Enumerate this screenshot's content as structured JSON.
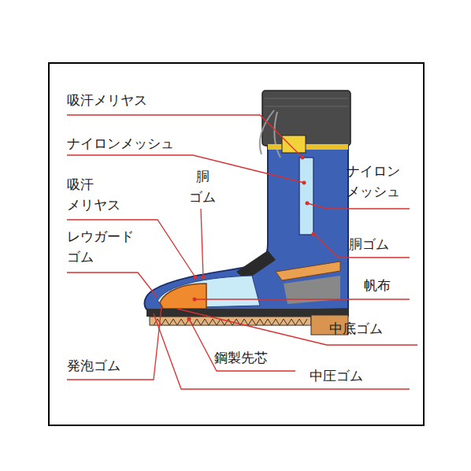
{
  "diagram": {
    "labels": [
      "吸汗メリヤス",
      "ナイロンメッシュ",
      "胴 ゴム",
      "吸汗 メリヤス",
      "ナイロン メッシュ",
      "レウガード ゴム",
      "胴ゴム",
      "帆布",
      "中底ゴム",
      "発泡ゴム",
      "鋼製先芯",
      "中圧ゴム"
    ]
  }
}
